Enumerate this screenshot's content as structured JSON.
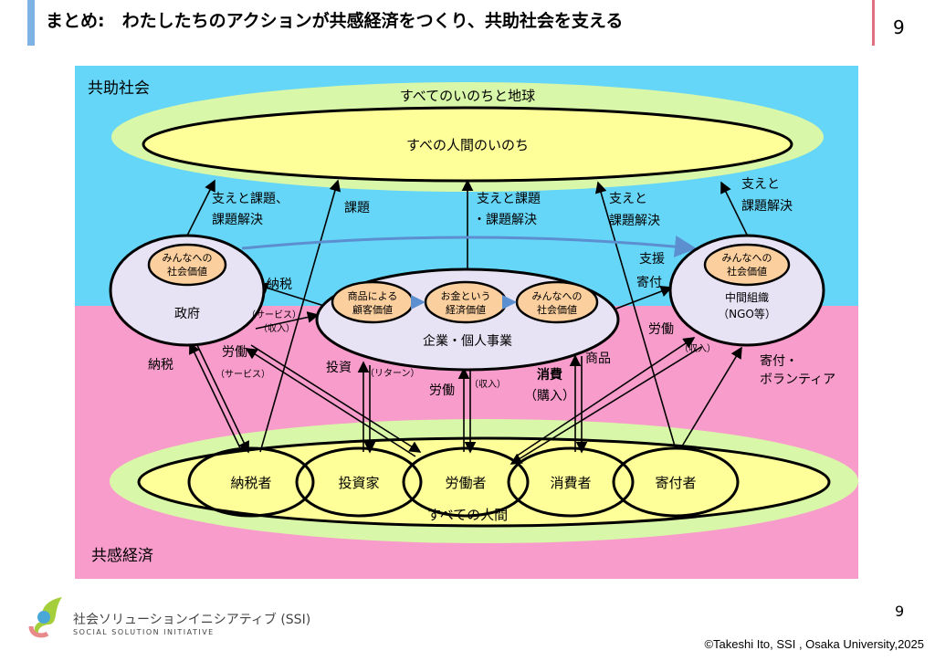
{
  "header": {
    "title": "まとめ:　わたしたちのアクションが共感経済をつくり、共助社会を支える",
    "page": "9"
  },
  "diagram": {
    "region_top": "共助社会",
    "region_bottom": "共感経済",
    "earth": "すべてのいのちと地球",
    "all_life": "すべの人間のいのち",
    "all_people": "すべての人間",
    "people": [
      "納税者",
      "投資家",
      "労働者",
      "消費者",
      "寄付者"
    ],
    "government": {
      "label": "政府",
      "inner": [
        "みんなへの",
        "社会価値"
      ]
    },
    "company": {
      "label": "企業・個人事業",
      "values": [
        [
          "商品による",
          "顧客価値"
        ],
        [
          "お金という",
          "経済価値"
        ],
        [
          "みんなへの",
          "社会価値"
        ]
      ]
    },
    "ngo": {
      "label": [
        "中間組織",
        "（NGO等）"
      ],
      "inner": [
        "みんなへの",
        "社会価値"
      ]
    },
    "labels": {
      "gov_up": [
        "支えと課題、",
        "課題解決"
      ],
      "kadai": "課題",
      "company_up": [
        "支えと課題",
        "・課題解決"
      ],
      "center_up": [
        "支えと",
        "課題解決"
      ],
      "ngo_up": [
        "支えと",
        "課題解決"
      ],
      "support": [
        "支援",
        "寄付"
      ],
      "tax_company": "納税",
      "service_income": "（サービス）",
      "income1": "（収入）",
      "tax": "納税",
      "labor_gov": "労働",
      "service": "（サービス）",
      "invest": "投資",
      "return": "（リターン）",
      "labor": "労働",
      "income2": "（収入）",
      "consume": "消費",
      "purchase": "（購入）",
      "product": "商品",
      "labor_ngo": "労働",
      "income3": "（収入）",
      "donate": [
        "寄付・",
        "ボランティア"
      ]
    }
  },
  "footer": {
    "org_jp": "社会ソリューションイニシアティブ (SSI)",
    "org_en": "SOCIAL SOLUTION INITIATIVE",
    "page": "9",
    "copyright": "©Takeshi Ito, SSI , Osaka University,2025"
  }
}
